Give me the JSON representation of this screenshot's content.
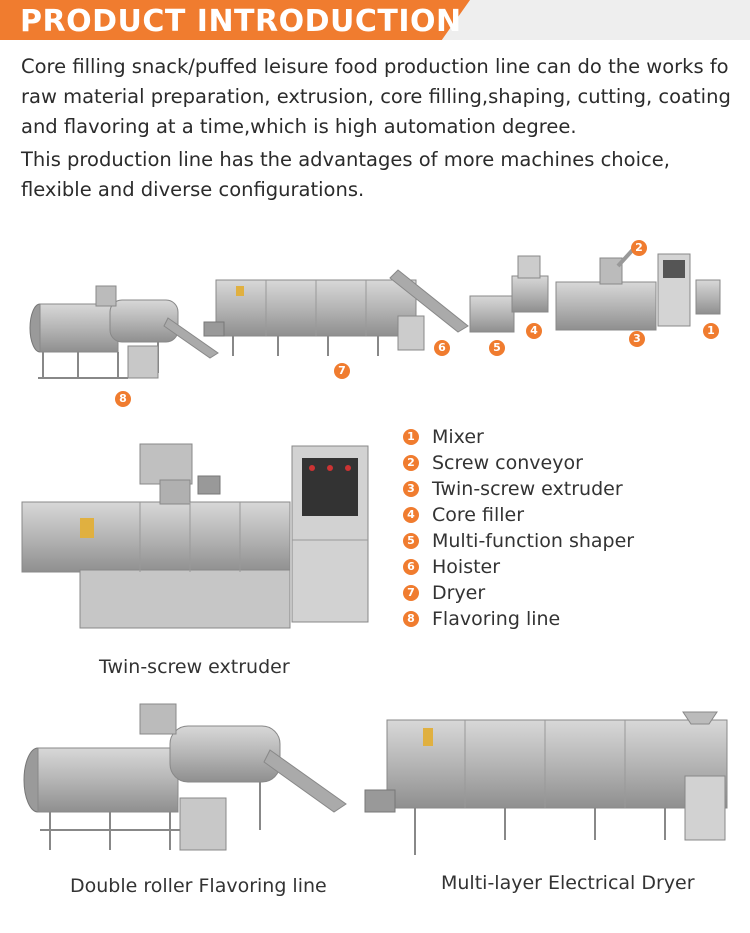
{
  "banner": {
    "title": "PRODUCT INTRODUCTION",
    "accent": "#f07c2f",
    "bar": "#eeeeee"
  },
  "intro": {
    "paragraph1": "Core filling snack/puffed leisure food production line can do the works fo raw material preparation, extrusion, core filling,shaping,  cutting, coating and flavoring at a time,which is high automation degree.",
    "paragraph2": "This production line has the advantages of more machines choice, flexible and diverse configurations."
  },
  "line_markers": [
    "1",
    "2",
    "3",
    "4",
    "5",
    "6",
    "7",
    "8"
  ],
  "legend": [
    {
      "num": "1",
      "label": "Mixer"
    },
    {
      "num": "2",
      "label": "Screw conveyor"
    },
    {
      "num": "3",
      "label": "Twin-screw extruder"
    },
    {
      "num": "4",
      "label": "Core filler"
    },
    {
      "num": "5",
      "label": "Multi-function shaper"
    },
    {
      "num": "6",
      "label": "Hoister"
    },
    {
      "num": "7",
      "label": "Dryer"
    },
    {
      "num": "8",
      "label": "Flavoring line"
    }
  ],
  "captions": {
    "extruder": "Twin-screw extruder",
    "flavoring": "Double roller Flavoring line",
    "dryer": "Multi-layer Electrical Dryer"
  }
}
